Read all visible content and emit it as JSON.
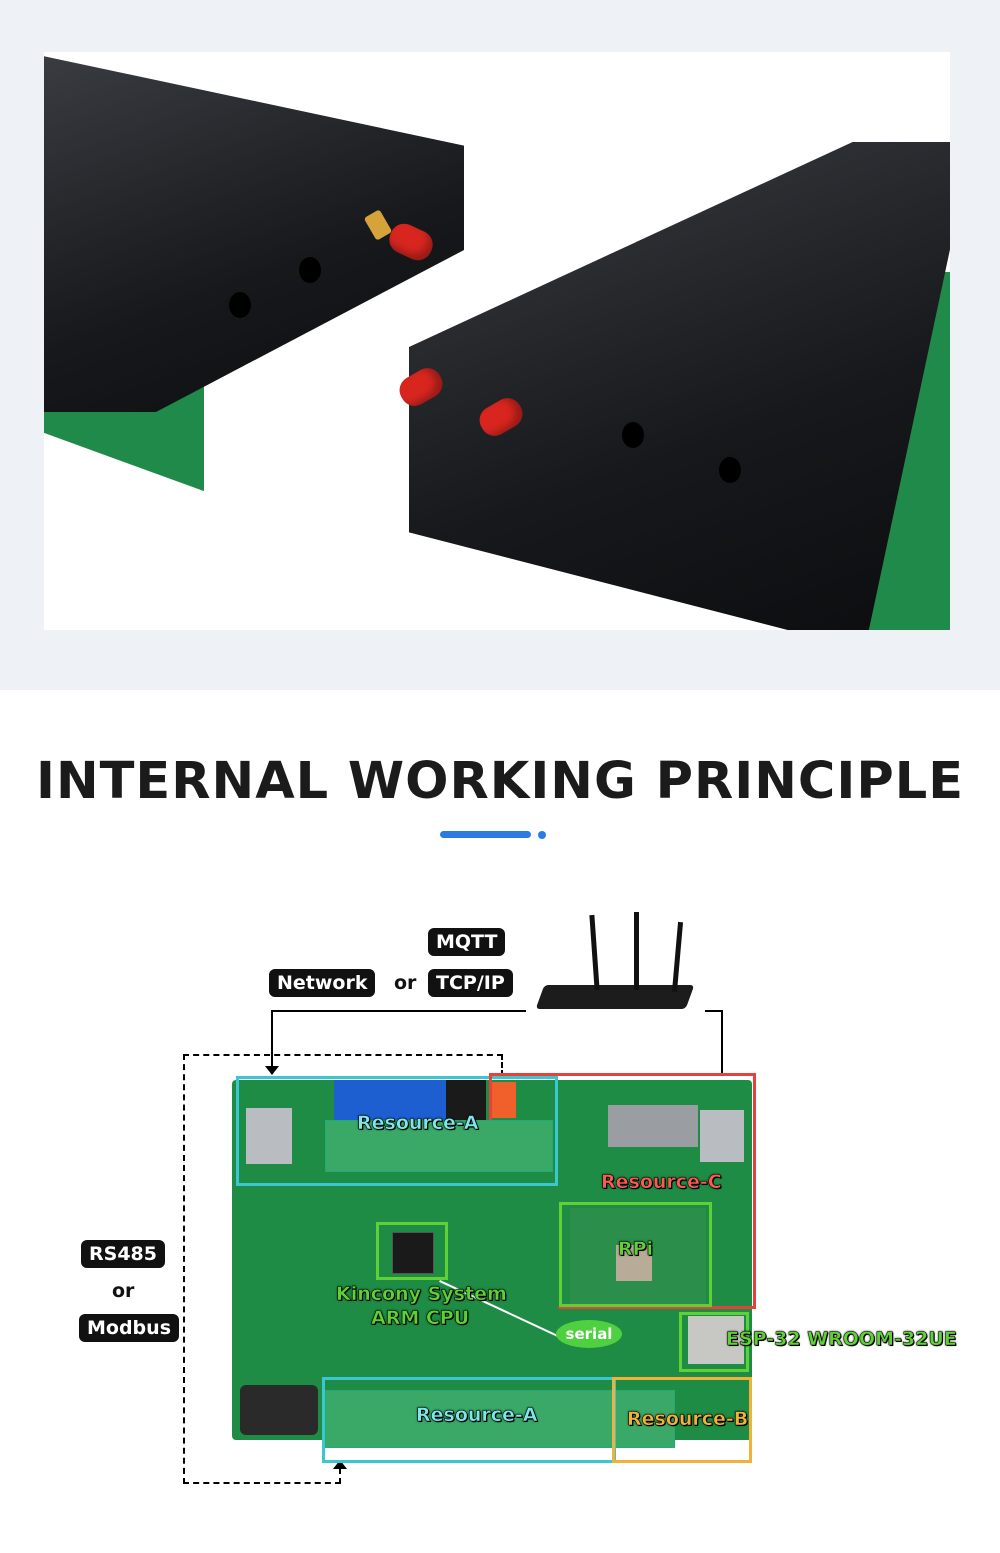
{
  "heading": {
    "title": "INTERNAL WORKING PRINCIPLE"
  },
  "diagram": {
    "network_tag": "Network",
    "or_top": "or",
    "mqtt_tag": "MQTT",
    "tcpip_tag": "TCP/IP",
    "rs485_tag": "RS485",
    "or_left": "or",
    "modbus_tag": "Modbus",
    "resource_a_top": "Resource-A",
    "resource_a_bottom": "Resource-A",
    "resource_b": "Resource-B",
    "resource_c": "Resource-C",
    "rpi": "RPi",
    "cpu_line1": "Kincony System",
    "cpu_line2": "ARM CPU",
    "serial": "serial",
    "esp32": "ESP-32 WROOM-32UE",
    "colors": {
      "resource_a": "#3cc6cf",
      "resource_b": "#f2b23a",
      "resource_c": "#e8403a",
      "green": "#5fd136",
      "accent": "#2b7be0"
    }
  }
}
